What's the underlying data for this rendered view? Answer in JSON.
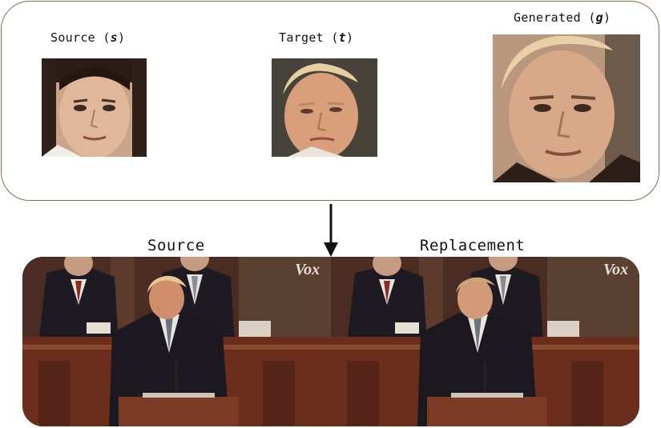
{
  "top": {
    "source_label": "Source",
    "source_var": "s",
    "target_label": "Target",
    "target_var": "t",
    "generated_label": "Generated",
    "generated_var": "g"
  },
  "bottom": {
    "source_label": "Source",
    "replacement_label": "Replacement",
    "watermark": "Vox"
  },
  "colors": {
    "panel_border": "#8a6a55",
    "arrow": "#111111",
    "backdrop_dark": "#3a2219",
    "wood": "#6b2e1c"
  }
}
